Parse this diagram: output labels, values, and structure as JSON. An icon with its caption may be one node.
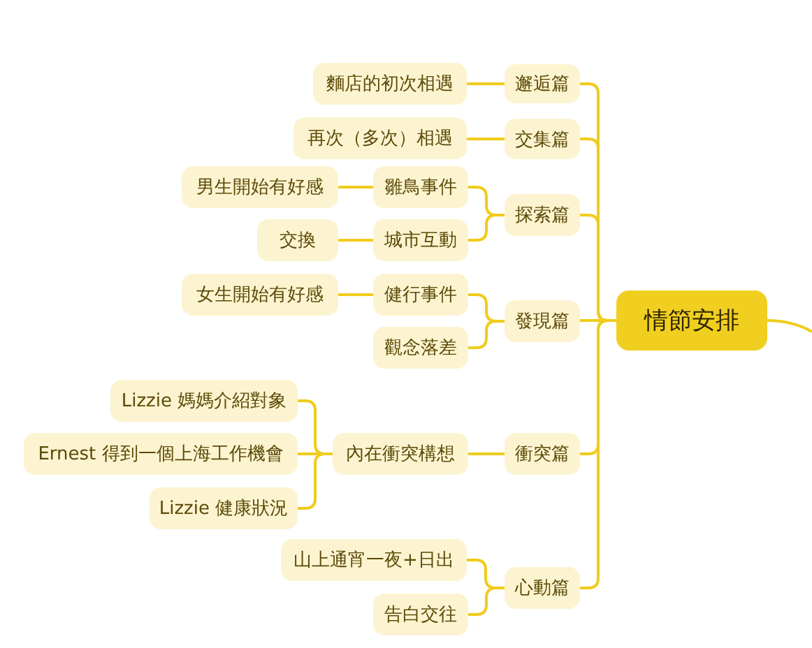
{
  "diagram": {
    "nodes": [
      {
        "text": [
          "情節安排"
        ]
      },
      {
        "text": [
          "邂逅篇"
        ]
      },
      {
        "text": [
          "麵店的初次相遇"
        ]
      },
      {
        "text": [
          "交集篇"
        ]
      },
      {
        "text": [
          "再次（多次）相遇"
        ]
      },
      {
        "text": [
          "探索篇"
        ]
      },
      {
        "text": [
          "雛鳥事件"
        ]
      },
      {
        "text": [
          "男生開始有好感"
        ]
      },
      {
        "text": [
          "城市互動"
        ]
      },
      {
        "text": [
          "交換"
        ]
      },
      {
        "text": [
          "發現篇"
        ]
      },
      {
        "text": [
          "健行事件"
        ]
      },
      {
        "text": [
          "女生開始有好感"
        ]
      },
      {
        "text": [
          "觀念落差"
        ]
      },
      {
        "text": [
          "衝突篇"
        ]
      },
      {
        "text": [
          "內在衝突構想"
        ]
      },
      {
        "text": [
          "Lizzie 媽媽介紹對象"
        ]
      },
      {
        "text": [
          "Ernest 得到一個上海工作機會"
        ]
      },
      {
        "text": [
          "Lizzie 健康狀況"
        ]
      },
      {
        "text": [
          "心動篇"
        ]
      },
      {
        "text": [
          "山上通宵一夜+日出"
        ]
      },
      {
        "text": [
          "告白交往"
        ]
      }
    ],
    "edges": [
      {
        "from": 0,
        "to": null,
        "arrow": "none"
      },
      {
        "from": 0,
        "to": 1,
        "arrow": "none"
      },
      {
        "from": 0,
        "to": 3,
        "arrow": "none"
      },
      {
        "from": 0,
        "to": 5,
        "arrow": "none"
      },
      {
        "from": 0,
        "to": 10,
        "arrow": "none"
      },
      {
        "from": 0,
        "to": 14,
        "arrow": "none"
      },
      {
        "from": 0,
        "to": 19,
        "arrow": "none"
      },
      {
        "from": 1,
        "to": 2,
        "arrow": "none"
      },
      {
        "from": 3,
        "to": 4,
        "arrow": "none"
      },
      {
        "from": 5,
        "to": 6,
        "arrow": "none"
      },
      {
        "from": 5,
        "to": 8,
        "arrow": "none"
      },
      {
        "from": 6,
        "to": 7,
        "arrow": "none"
      },
      {
        "from": 8,
        "to": 9,
        "arrow": "none"
      },
      {
        "from": 10,
        "to": 11,
        "arrow": "none"
      },
      {
        "from": 10,
        "to": 13,
        "arrow": "none"
      },
      {
        "from": 11,
        "to": 12,
        "arrow": "none"
      },
      {
        "from": 14,
        "to": 15,
        "arrow": "none"
      },
      {
        "from": 15,
        "to": 16,
        "arrow": "none"
      },
      {
        "from": 15,
        "to": 17,
        "arrow": "none"
      },
      {
        "from": 15,
        "to": 18,
        "arrow": "none"
      },
      {
        "from": 19,
        "to": 20,
        "arrow": "none"
      },
      {
        "from": 19,
        "to": 21,
        "arrow": "none"
      }
    ]
  }
}
